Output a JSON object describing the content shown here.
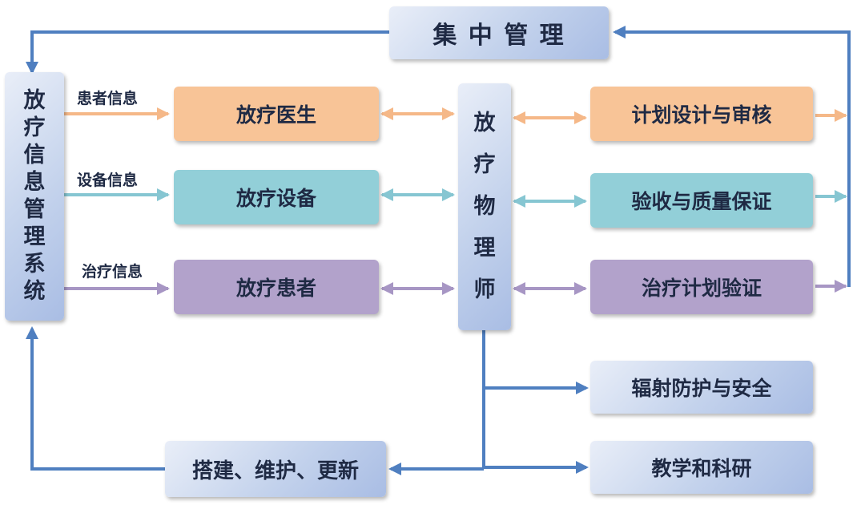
{
  "central_management": "集 中 管 理",
  "info_system": "放疗信息管理系统",
  "physicist": "放疗物理师",
  "inputs": [
    {
      "label": "患者信息",
      "box": "放疗医生"
    },
    {
      "label": "设备信息",
      "box": "放疗设备"
    },
    {
      "label": "治疗信息",
      "box": "放疗患者"
    }
  ],
  "outputs": [
    {
      "box": "计划设计与审核"
    },
    {
      "box": "验收与质量保证"
    },
    {
      "box": "治疗计划验证"
    }
  ],
  "lower_boxes": [
    "辐射防护与安全",
    "教学和科研"
  ],
  "maintenance": "搭建、维护、更新",
  "colors": {
    "blue_line": "#4f7fc0",
    "orange": "#f8c497",
    "cyan": "#92cfd8",
    "purple": "#b2a2cb",
    "blue_box": "#c3d2ec"
  }
}
